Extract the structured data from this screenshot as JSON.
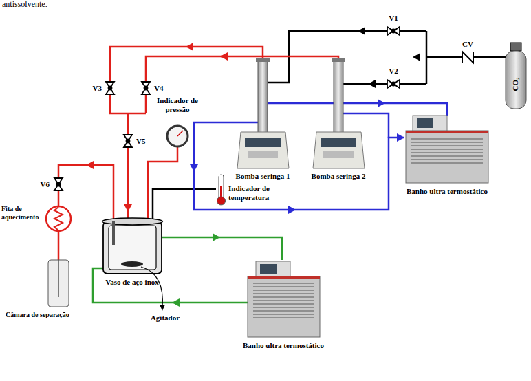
{
  "diagram": {
    "labels": [
      "antissolvente.",
      "V1",
      "V2",
      "CV",
      "CO₂",
      "V3",
      "V4",
      "V5",
      "Indicador de pressão",
      "Indicador de temperatura",
      "V6",
      "Fita de aquecimento",
      "Vaso de aço inox",
      "Agitador",
      "Câmara de separação",
      "Bomba seringa 1",
      "Bomba seringa 2",
      "Banho ultra termostático",
      "Banho ultra termostático"
    ]
  }
}
